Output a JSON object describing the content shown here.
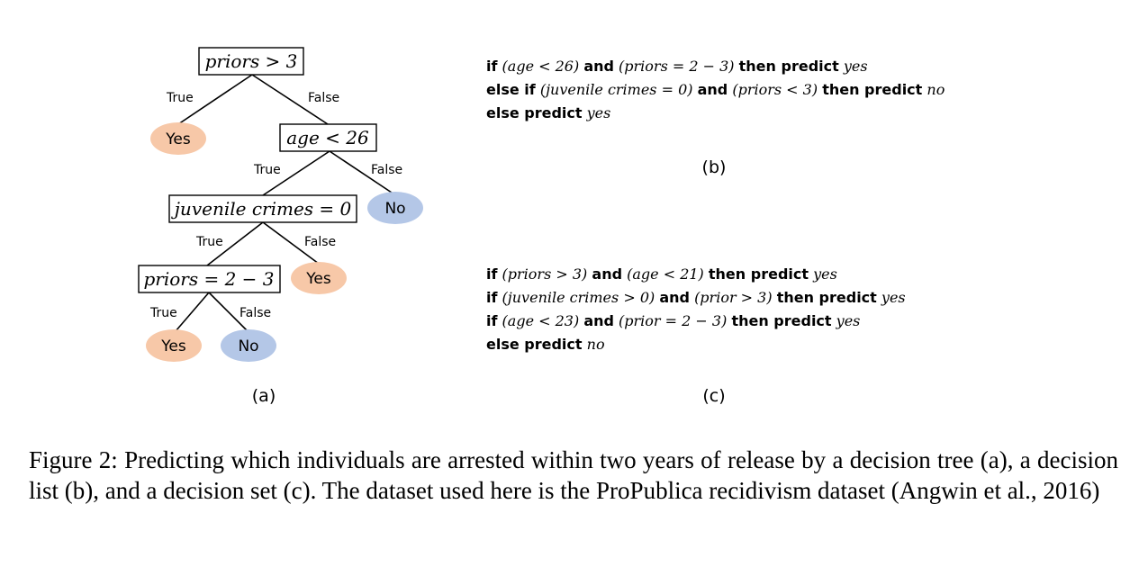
{
  "panel_a": {
    "label": "(a)",
    "nodes": {
      "root": "priors > 3",
      "age": "age < 26",
      "juvenile": "juvenile crimes = 0",
      "priors23": "priors = 2 − 3"
    },
    "leaves": {
      "root_true": "Yes",
      "age_false": "No",
      "juvenile_false": "Yes",
      "priors23_true": "Yes",
      "priors23_false": "No"
    },
    "edges": {
      "root_true": "True",
      "root_false": "False",
      "age_true": "True",
      "age_false": "False",
      "juvenile_true": "True",
      "juvenile_false": "False",
      "priors23_true": "True",
      "priors23_false": "False"
    },
    "colors": {
      "yes_leaf": "#f7c8a8",
      "no_leaf": "#b4c7e7"
    }
  },
  "panel_b": {
    "label": "(b)",
    "line1": {
      "if": "if",
      "c1": "(age < 26)",
      "and": "and",
      "c2": "(priors = 2 − 3)",
      "then": "then predict",
      "result": "yes"
    },
    "line2": {
      "if": "else if",
      "c1": "(juvenile crimes = 0)",
      "and": "and",
      "c2": "(priors < 3)",
      "then": "then predict",
      "result": "no"
    },
    "line3": {
      "else": "else predict",
      "result": "yes"
    }
  },
  "panel_c": {
    "label": "(c)",
    "line1": {
      "if": "if",
      "c1": "(priors > 3)",
      "and": "and",
      "c2": "(age < 21)",
      "then": "then predict",
      "result": "yes"
    },
    "line2": {
      "if": "if",
      "c1": "(juvenile crimes > 0)",
      "and": "and",
      "c2": "(prior > 3)",
      "then": "then predict",
      "result": "yes"
    },
    "line3": {
      "if": "if",
      "c1": "(age < 23)",
      "and": "and",
      "c2": "(prior = 2 − 3)",
      "then": "then predict",
      "result": "yes"
    },
    "line4": {
      "else": "else predict",
      "result": "no"
    }
  },
  "caption": "Figure 2: Predicting which individuals are arrested within two years of release by a decision tree (a), a decision list (b), and a decision set (c). The dataset used here is the ProPublica recidivism dataset (Angwin et al., 2016)"
}
